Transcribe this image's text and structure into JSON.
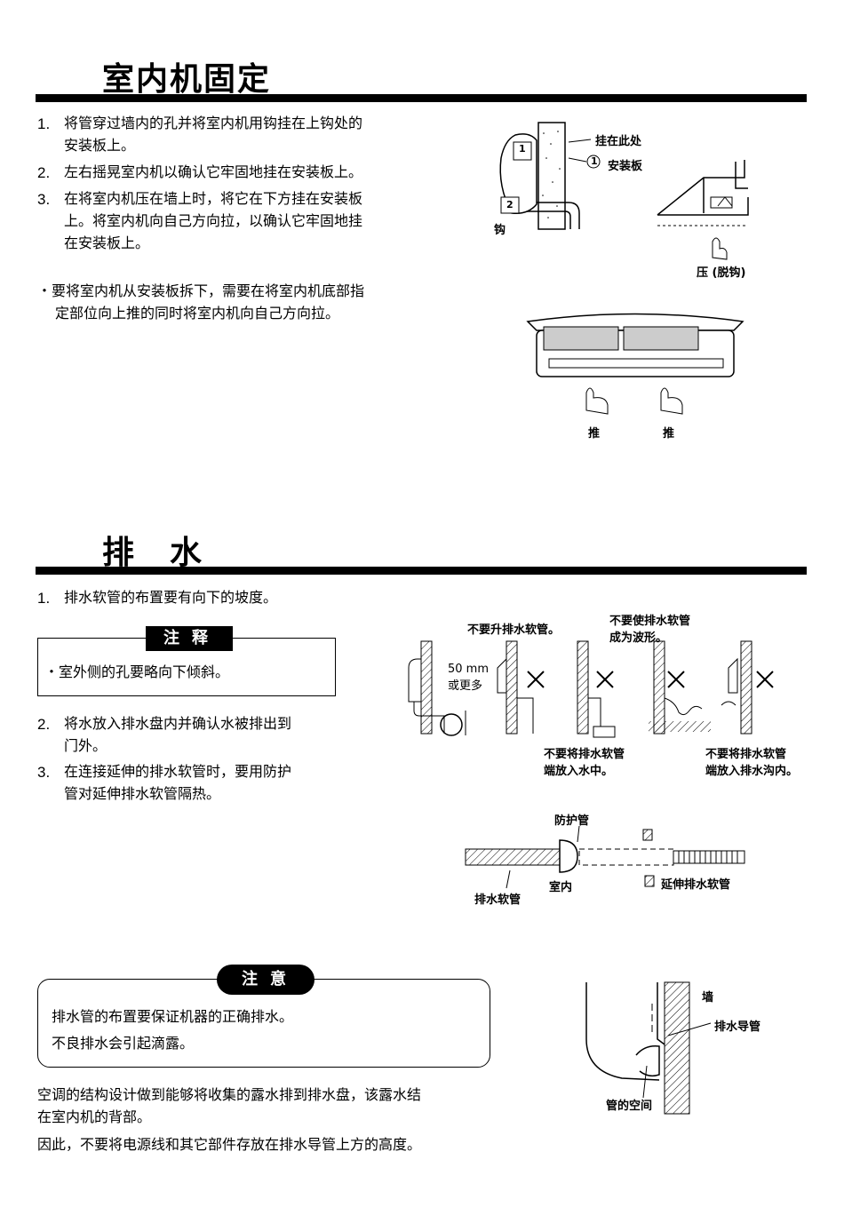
{
  "section1": {
    "title": "室内机固定",
    "steps": [
      {
        "num": "1.",
        "lines": [
          "将管穿过墙内的孔并将室内机用钩挂在上钩处的",
          "安装板上。"
        ]
      },
      {
        "num": "2.",
        "lines": [
          "左右摇晃室内机以确认它牢固地挂在安装板上。"
        ]
      },
      {
        "num": "3.",
        "lines": [
          "在将室内机压在墙上时，将它在下方挂在安装板",
          "上。将室内机向自己方向拉，以确认它牢固地挂",
          "在安装板上。"
        ]
      }
    ],
    "note_lines": [
      "・要将室内机从安装板拆下，需要在将室内机底部指",
      "定部位向上推的同时将室内机向自己方向拉。"
    ],
    "fig_labels": {
      "hang_here": "挂在此处",
      "circle_1": "1",
      "install_plate": "安装板",
      "hook": "钩",
      "step_1": "1",
      "step_2": "2",
      "press": "压 (脱钩)",
      "push_left": "推",
      "push_right": "推"
    }
  },
  "section2": {
    "title": "排　水",
    "step1": {
      "num": "1.",
      "text": "排水软管的布置要有向下的坡度。"
    },
    "note": {
      "tag": "注释",
      "text": "・室外侧的孔要略向下倾斜。"
    },
    "step2": {
      "num": "2.",
      "lines": [
        "将水放入排水盘内并确认水被排出到",
        "门外。"
      ]
    },
    "step3": {
      "num": "3.",
      "lines": [
        "在连接延伸的排水软管时，要用防护",
        "管对延伸排水软管隔热。"
      ]
    },
    "fig_labels": {
      "no_raise": "不要升排水软管。",
      "no_wave_1": "不要使排水软管",
      "no_wave_2": "成为波形。",
      "mm_1": "50 mm",
      "mm_2": "或更多",
      "no_water_1": "不要将排水软管",
      "no_water_2": "端放入水中。",
      "no_ditch_1": "不要将排水软管",
      "no_ditch_2": "端放入排水沟内。",
      "protect_pipe": "防护管",
      "indoor": "室内",
      "drain_hose": "排水软管",
      "ext_hose": "延伸排水软管"
    }
  },
  "caution": {
    "tag": "注意",
    "lines": [
      "排水管的布置要保证机器的正确排水。",
      "不良排水会引起滴露。"
    ]
  },
  "bottom": {
    "lines": [
      "空调的结构设计做到能够将收集的露水排到排水盘，该露水结",
      "在室内机的背部。",
      "因此，不要将电源线和其它部件存放在排水导管上方的高度。"
    ],
    "fig_labels": {
      "wall": "墙",
      "drain_guide": "排水导管",
      "pipe_space": "管的空间"
    }
  }
}
